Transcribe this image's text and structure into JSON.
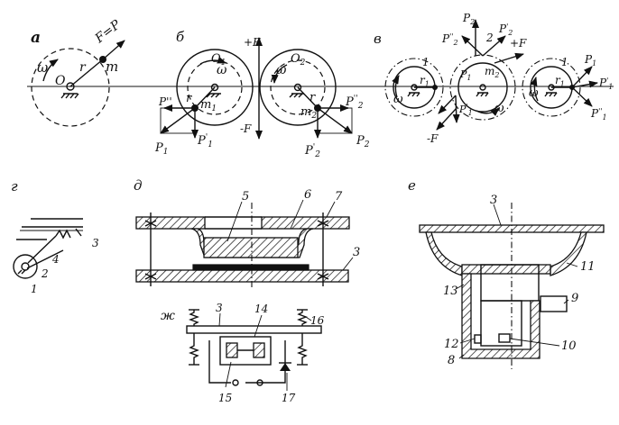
{
  "panels": {
    "a": {
      "tag": "a",
      "r": "r",
      "omega": "ω",
      "o": "O",
      "m": "m",
      "force": "F=P"
    },
    "b": {
      "tag": "б",
      "o1": "O",
      "o1_sub": "1",
      "o2": "O",
      "o2_sub": "2",
      "omega1": "ω",
      "omega2": "ω",
      "plus_f": "+F",
      "minus_f": "-F",
      "r1": "r",
      "r2": "r",
      "m1": "m",
      "m1_sub": "1",
      "m2": "m",
      "m2_sub": "2",
      "p1": "P",
      "p1_sub": "1",
      "p1p": "P",
      "p1p_sub": "1",
      "p1pp": "P''",
      "p2": "P",
      "p2_sub": "2",
      "p2p": "P",
      "p2p_sub": "2",
      "p2pp": "P",
      "p2pp_sub": "2"
    },
    "v": {
      "tag": "в",
      "gear1_left": "1",
      "gear2": "2",
      "gear1_right": "1",
      "m2": "m",
      "m2_sub": "2",
      "p2": "P",
      "p2_sub": "2",
      "p2pp": "P",
      "p2pp_sub": "2",
      "p2p": "P",
      "p2p_sub": "2",
      "plus_f": "+F",
      "minus_f": "-F",
      "r1a": "r",
      "r1b": "r",
      "omega_a": "ω",
      "omega_b": "ω",
      "omega_c": "ω",
      "p1": "P",
      "p1_sub": "1",
      "p1p": "P",
      "p1p_sub": "1",
      "p1pp": "P",
      "p1pp_sub": "1",
      "p1_mid": "P",
      "p1_mid_sub": "1",
      "p1p_mid": "P",
      "p1p_mid_sub": "1"
    },
    "g": {
      "tag": "г",
      "labels": [
        "1",
        "2",
        "3",
        "4"
      ]
    },
    "d": {
      "tag": "д",
      "labels": [
        "5",
        "6",
        "7",
        "3"
      ]
    },
    "zh": {
      "tag": "ж",
      "labels": [
        "3",
        "14",
        "16",
        "15",
        "17"
      ]
    },
    "e": {
      "tag": "е",
      "labels": [
        "3",
        "11",
        "13",
        "9",
        "12",
        "10",
        "8"
      ]
    }
  }
}
